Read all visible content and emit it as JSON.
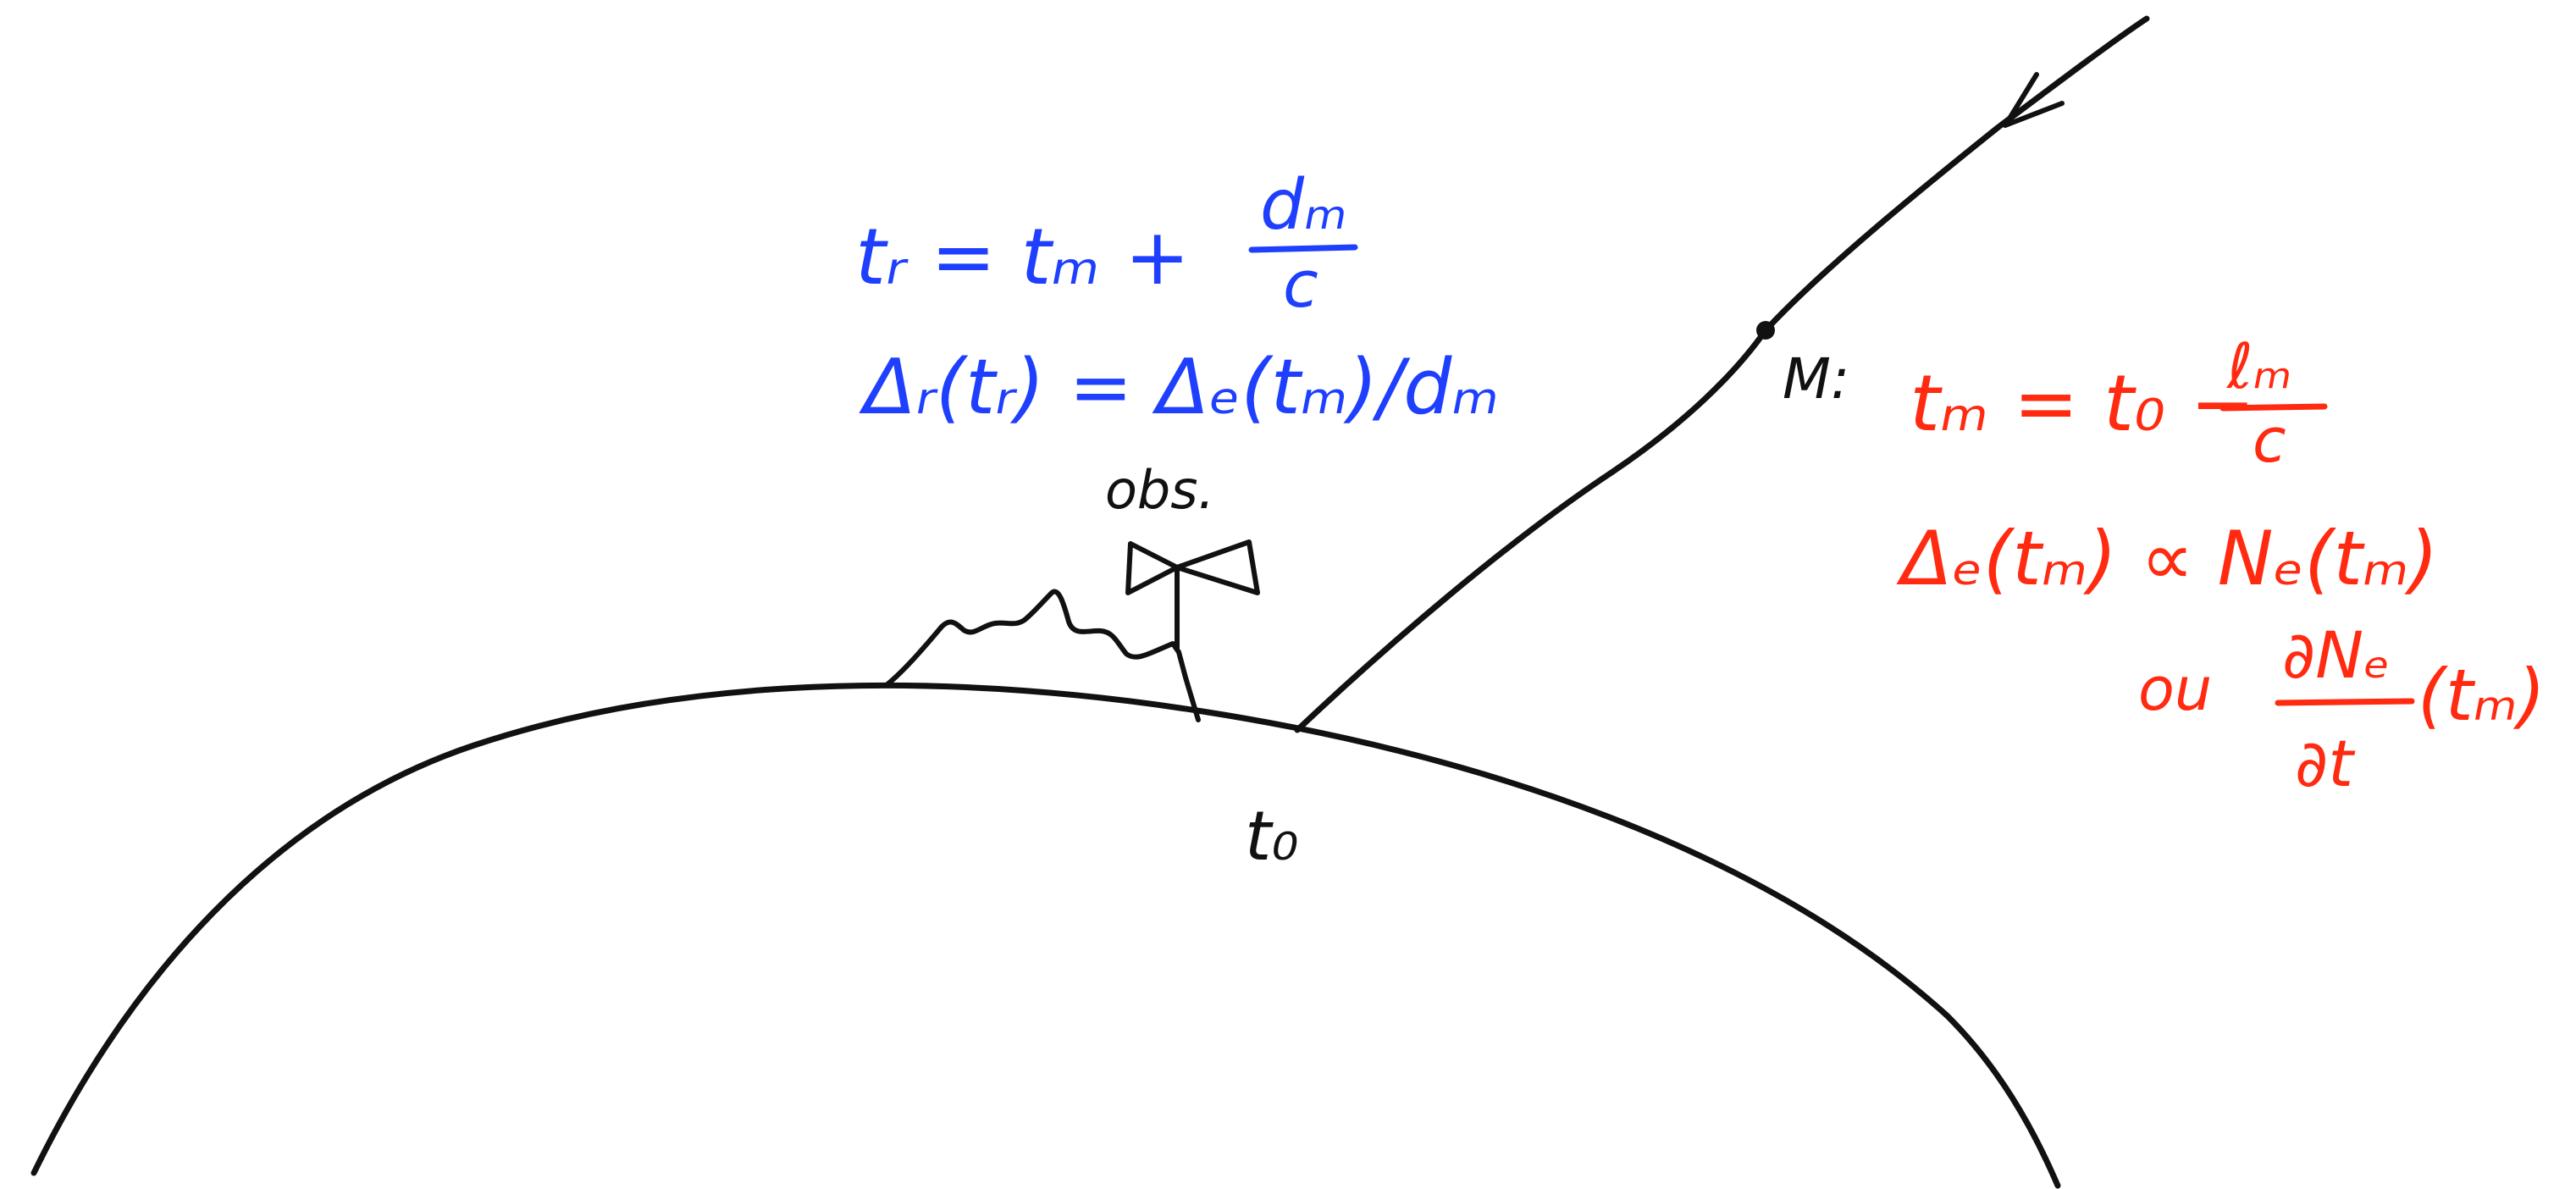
{
  "colors": {
    "ink": "#111111",
    "blue": "#1f3fff",
    "red": "#ff2a10",
    "background": "#ffffff"
  },
  "labels": {
    "observer": "obs.",
    "ground_point": "t₀",
    "point_m": "M:"
  },
  "blue_equations": {
    "eq1_lhs": "tᵣ = tₘ +",
    "eq1_num": "dₘ",
    "eq1_den": "c",
    "eq2": "Δᵣ(tᵣ) = Δₑ(tₘ)/dₘ"
  },
  "red_equations": {
    "eq1_lhs": "tₘ = t₀ −",
    "eq1_num": "ℓₘ",
    "eq1_den": "c",
    "eq2": "Δₑ(tₘ) ∝ Nₑ(tₘ)",
    "eq3_prefix": "ou",
    "eq3_num": "∂Nₑ",
    "eq3_den": "∂t",
    "eq3_suffix": "(tₘ)"
  }
}
